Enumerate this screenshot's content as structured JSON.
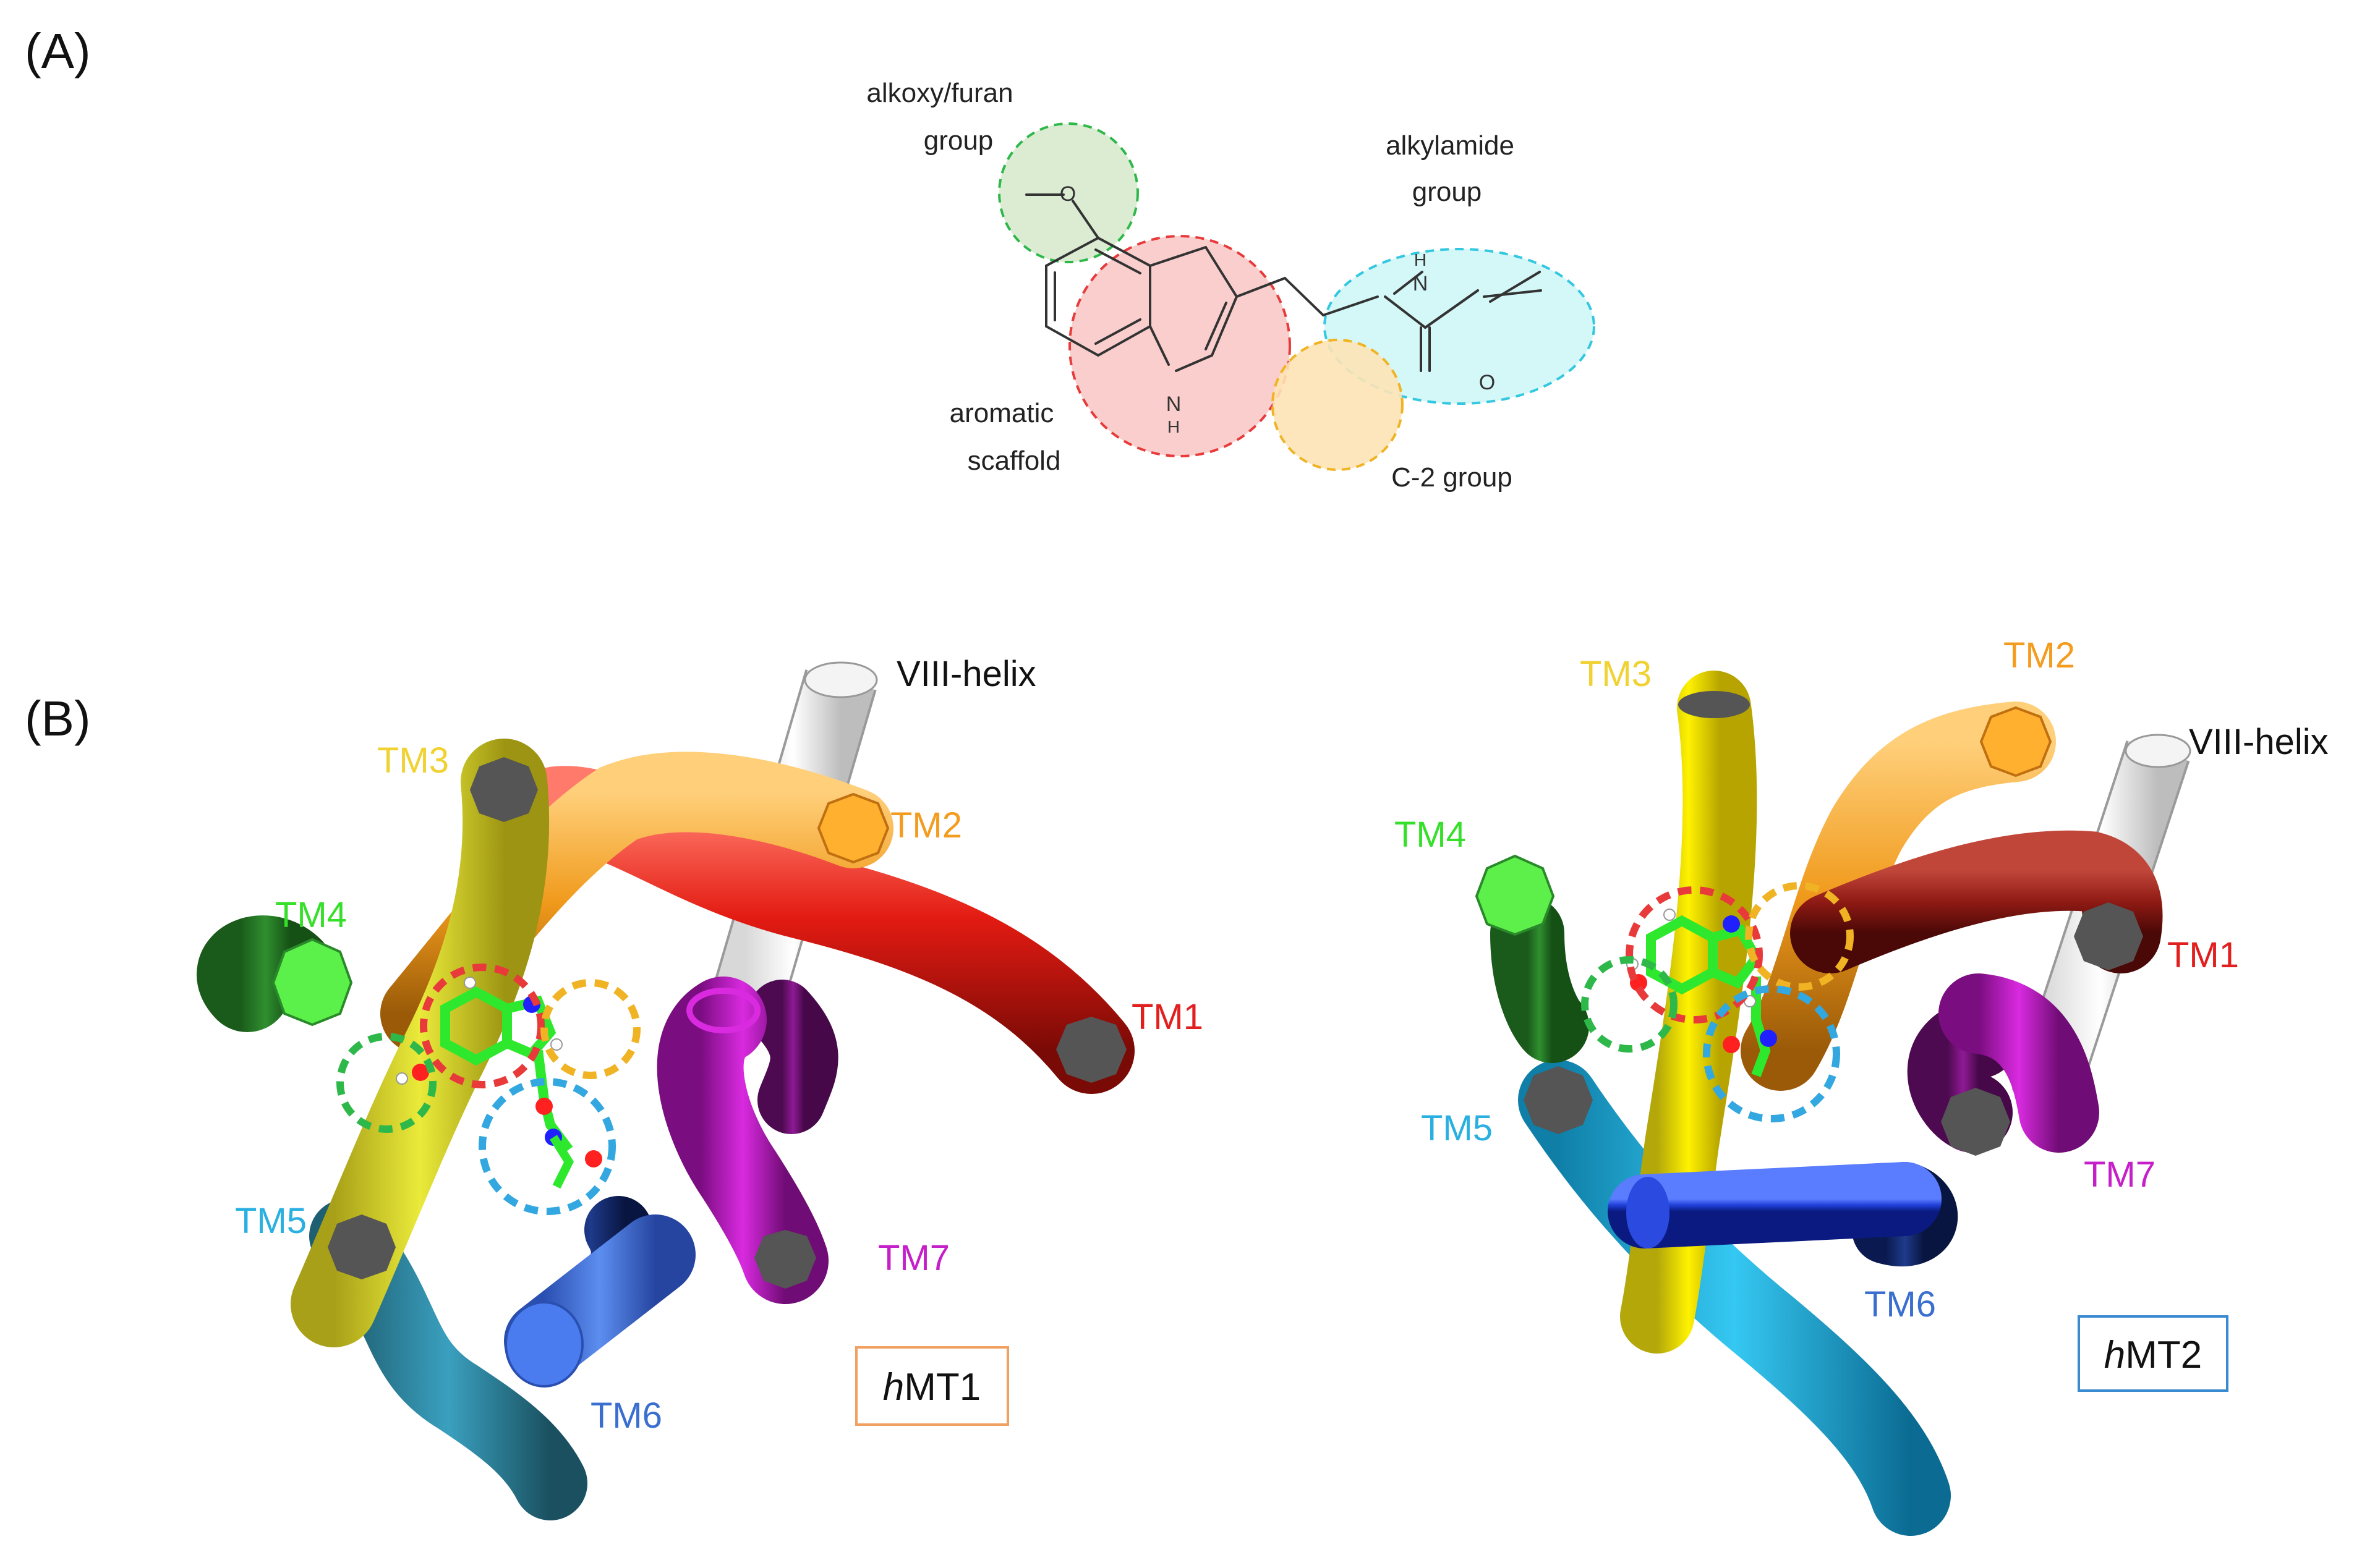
{
  "panels": {
    "a_label": "(A)",
    "b_label": "(B)"
  },
  "molecule": {
    "groups": {
      "alkoxy_line1": "alkoxy/furan",
      "alkoxy_line2": "group",
      "alkylamide_line1": "alkylamide",
      "alkylamide_line2": "group",
      "aromatic_line1": "aromatic",
      "aromatic_line2": "scaffold",
      "c2": "C-2 group"
    },
    "atoms": {
      "o_ether": "O",
      "h_amide": "H",
      "n_amide": "N",
      "o_carbonyl": "O",
      "n_ring": "N",
      "h_ring": "H"
    }
  },
  "hmt1": {
    "box_italic": "h",
    "box_rest": "MT1",
    "helices": {
      "viii": "VIII-helix",
      "tm1": "TM1",
      "tm2": "TM2",
      "tm3": "TM3",
      "tm4": "TM4",
      "tm5": "TM5",
      "tm6": "TM6",
      "tm7": "TM7"
    }
  },
  "hmt2": {
    "box_italic": "h",
    "box_rest": "MT2",
    "helices": {
      "viii": "VIII-helix",
      "tm1": "TM1",
      "tm2": "TM2",
      "tm3": "TM3",
      "tm4": "TM4",
      "tm5": "TM5",
      "tm6": "TM6",
      "tm7": "TM7"
    }
  },
  "colors": {
    "alkoxy": "#2eb84a",
    "alkylamide": "#33c7e0",
    "aromatic": "#e83a3a",
    "c2": "#f0b323",
    "tm1": "#e11f1f",
    "tm2": "#f39c1f",
    "tm3": "#f0d232",
    "tm4": "#36e02a",
    "tm5": "#2ab0e0",
    "tm6": "#3a6fd0",
    "tm7": "#c51fc9"
  }
}
